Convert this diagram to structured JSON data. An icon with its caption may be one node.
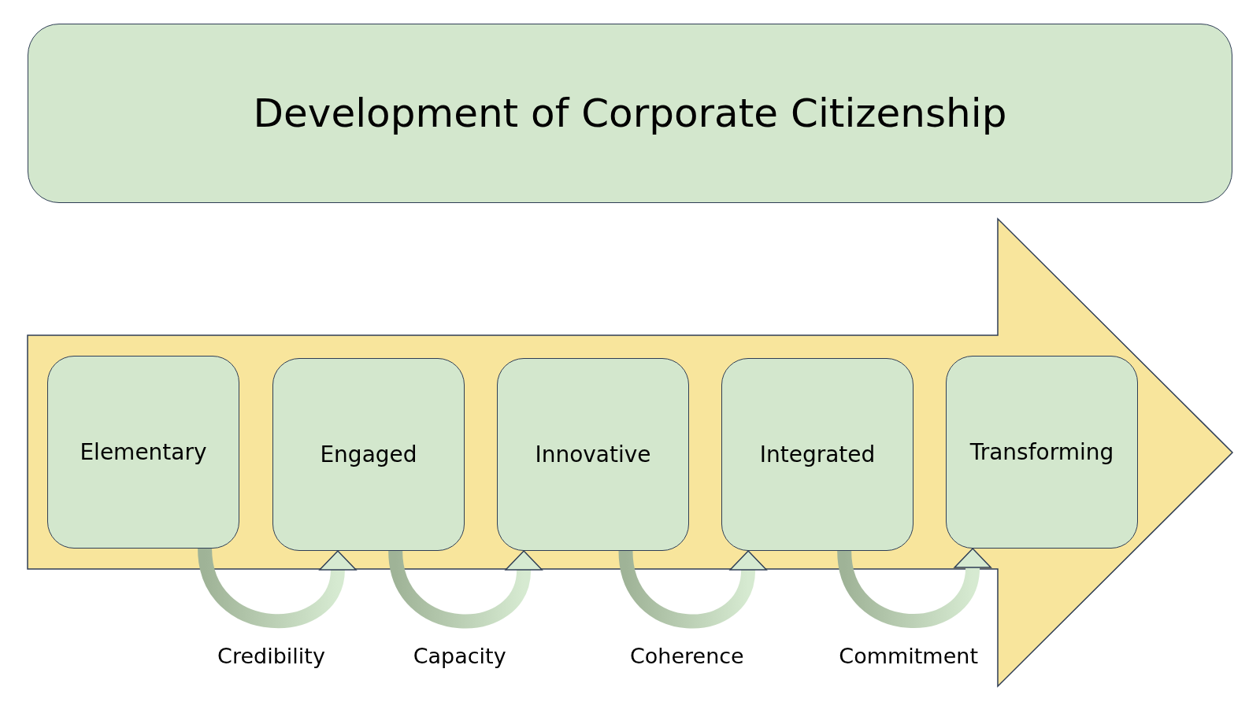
{
  "diagram": {
    "nodes": [
      {
        "text": [
          "Development of Corporate Citizenship"
        ]
      },
      {
        "text": [],
        "shape": "arrow"
      },
      {
        "text": [
          "Elementary"
        ],
        "in": 1
      },
      {
        "text": [
          "Engaged"
        ],
        "in": 1
      },
      {
        "text": [
          "Innovative"
        ],
        "in": 1
      },
      {
        "text": [
          "Integrated"
        ],
        "in": 1
      },
      {
        "text": [
          "Transforming"
        ],
        "in": 1
      }
    ],
    "edges": [
      {
        "from": 2,
        "to": 3,
        "arrow": "to",
        "label": "Credibility"
      },
      {
        "from": 3,
        "to": 4,
        "arrow": "to",
        "label": "Capacity"
      },
      {
        "from": 4,
        "to": 5,
        "arrow": "to",
        "label": "Coherence"
      },
      {
        "from": 5,
        "to": 6,
        "arrow": "to",
        "label": "Commitment"
      }
    ]
  }
}
